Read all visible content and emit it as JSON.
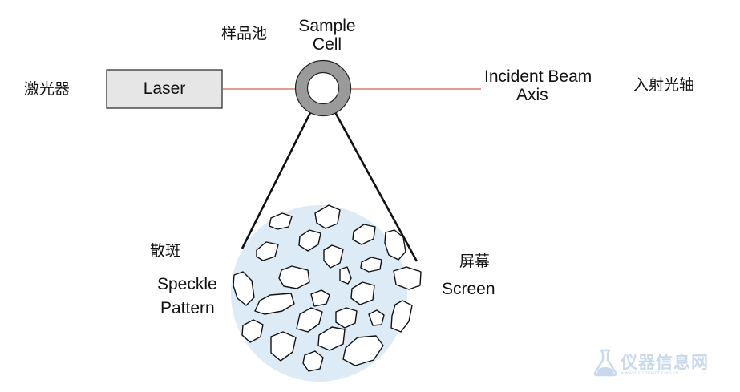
{
  "labels": {
    "laser_cn": "激光器",
    "laser_en": "Laser",
    "sample_cn": "样品池",
    "sample_en_line1": "Sample",
    "sample_en_line2": "Cell",
    "axis_en_line1": "Incident Beam",
    "axis_en_line2": "Axis",
    "axis_cn": "入射光轴",
    "speckle_cn": "散斑",
    "speckle_en_line1": "Speckle",
    "speckle_en_line2": "Pattern",
    "screen_cn": "屏幕",
    "screen_en": "Screen"
  },
  "watermark": {
    "text": "仪器信息网",
    "subtext": "www.instrument.com.cn"
  },
  "colors": {
    "beam": "#c0392b",
    "laser_fill": "#e6e6e6",
    "cell_ring": "#9a9a9a",
    "screen_fill": "#dcebf6",
    "line": "#111111",
    "watermark": "#c9d9ec"
  },
  "icons": {
    "watermark_logo": "flask-drop-logo"
  }
}
